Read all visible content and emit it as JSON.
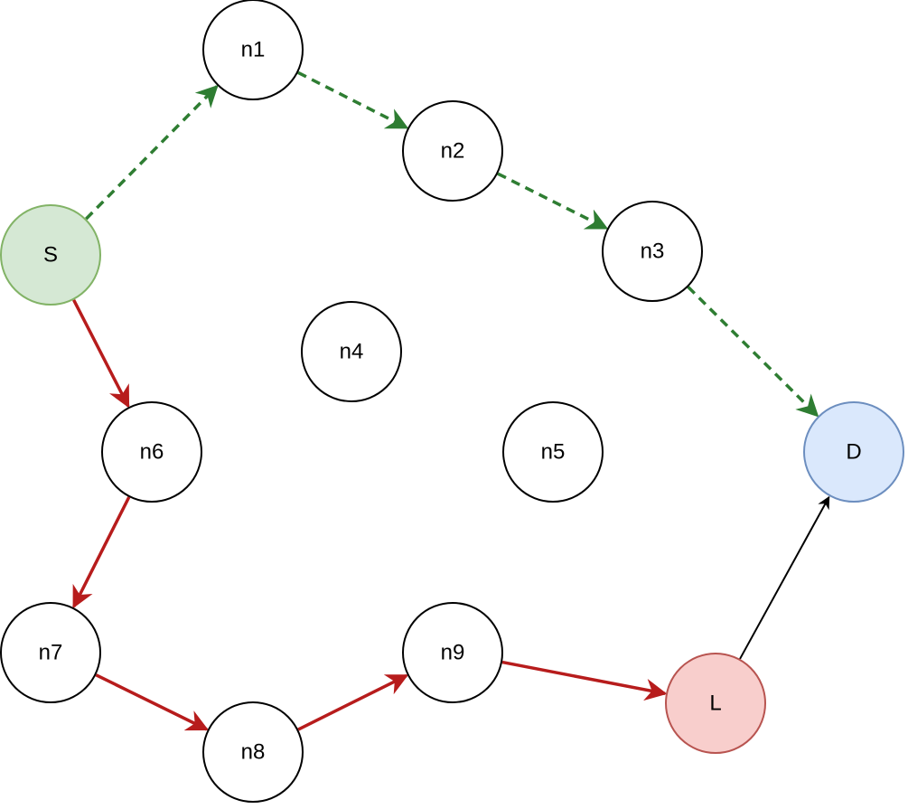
{
  "diagram": {
    "nodes": [
      {
        "id": "S",
        "label": "S",
        "fill": "#d5e8d4",
        "stroke": "#82b366"
      },
      {
        "id": "n1",
        "label": "n1",
        "fill": "#ffffff",
        "stroke": "#000000"
      },
      {
        "id": "n2",
        "label": "n2",
        "fill": "#ffffff",
        "stroke": "#000000"
      },
      {
        "id": "n3",
        "label": "n3",
        "fill": "#ffffff",
        "stroke": "#000000"
      },
      {
        "id": "n4",
        "label": "n4",
        "fill": "#ffffff",
        "stroke": "#000000"
      },
      {
        "id": "n5",
        "label": "n5",
        "fill": "#ffffff",
        "stroke": "#000000"
      },
      {
        "id": "n6",
        "label": "n6",
        "fill": "#ffffff",
        "stroke": "#000000"
      },
      {
        "id": "n7",
        "label": "n7",
        "fill": "#ffffff",
        "stroke": "#000000"
      },
      {
        "id": "n8",
        "label": "n8",
        "fill": "#ffffff",
        "stroke": "#000000"
      },
      {
        "id": "n9",
        "label": "n9",
        "fill": "#ffffff",
        "stroke": "#000000"
      },
      {
        "id": "L",
        "label": "L",
        "fill": "#f8cecc",
        "stroke": "#b85450"
      },
      {
        "id": "D",
        "label": "D",
        "fill": "#dae8fc",
        "stroke": "#6c8ebf"
      }
    ],
    "edges": [
      {
        "from": "S",
        "to": "n1",
        "style": "dashed",
        "color": "#2e7d32"
      },
      {
        "from": "n1",
        "to": "n2",
        "style": "dashed",
        "color": "#2e7d32"
      },
      {
        "from": "n2",
        "to": "n3",
        "style": "dashed",
        "color": "#2e7d32"
      },
      {
        "from": "n3",
        "to": "D",
        "style": "dashed",
        "color": "#2e7d32"
      },
      {
        "from": "S",
        "to": "n6",
        "style": "solid",
        "color": "#b71c1c"
      },
      {
        "from": "n6",
        "to": "n7",
        "style": "solid",
        "color": "#b71c1c"
      },
      {
        "from": "n7",
        "to": "n8",
        "style": "solid",
        "color": "#b71c1c"
      },
      {
        "from": "n8",
        "to": "n9",
        "style": "solid",
        "color": "#b71c1c"
      },
      {
        "from": "n9",
        "to": "L",
        "style": "solid",
        "color": "#b71c1c"
      },
      {
        "from": "L",
        "to": "D",
        "style": "solid",
        "color": "#000000"
      }
    ]
  }
}
